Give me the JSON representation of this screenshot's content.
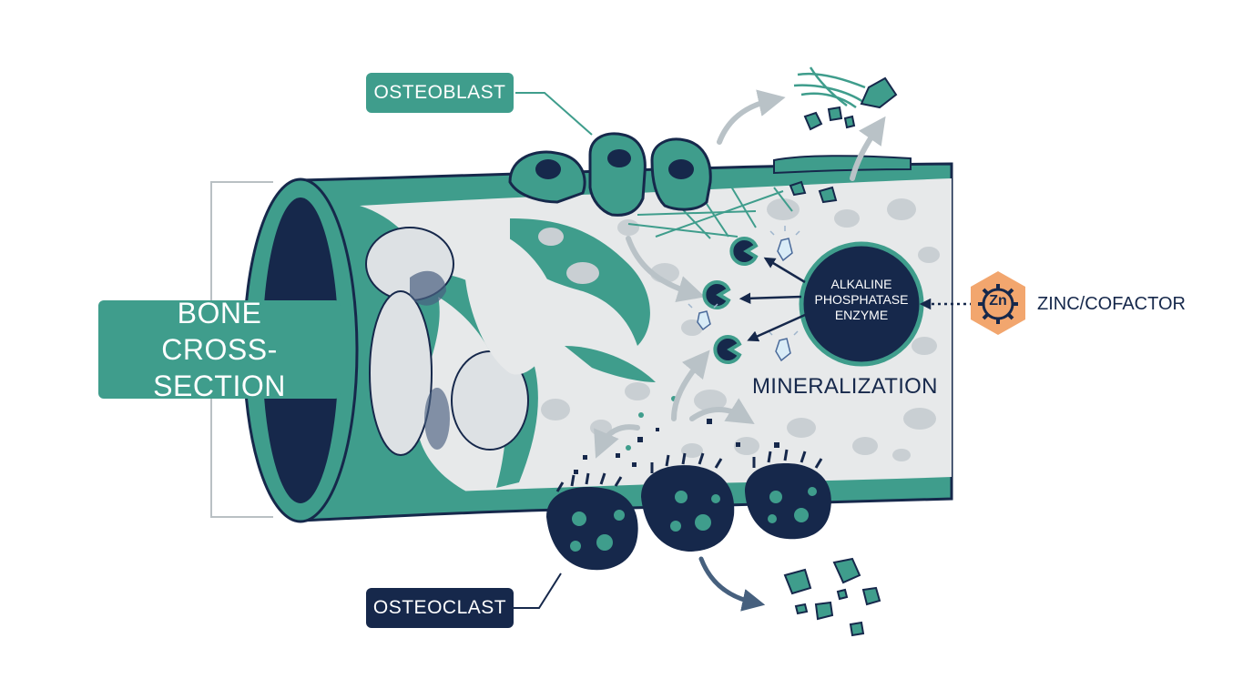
{
  "labels": {
    "bone_cross_section": [
      "BONE",
      "CROSS-SECTION"
    ],
    "osteoblast": "OSTEOBLAST",
    "osteoclast": "OSTEOCLAST",
    "mineralization": "MINERALIZATION",
    "enzyme": [
      "ALKALINE",
      "PHOSPHATASE",
      "ENZYME"
    ],
    "zinc_cofactor": "ZINC/COFACTOR",
    "zinc_symbol": "Zn"
  },
  "colors": {
    "teal": "#3f9d8c",
    "navy": "#16284b",
    "matrix_gray": "#e7e9ea",
    "zinc_orange": "#f2a66e"
  }
}
